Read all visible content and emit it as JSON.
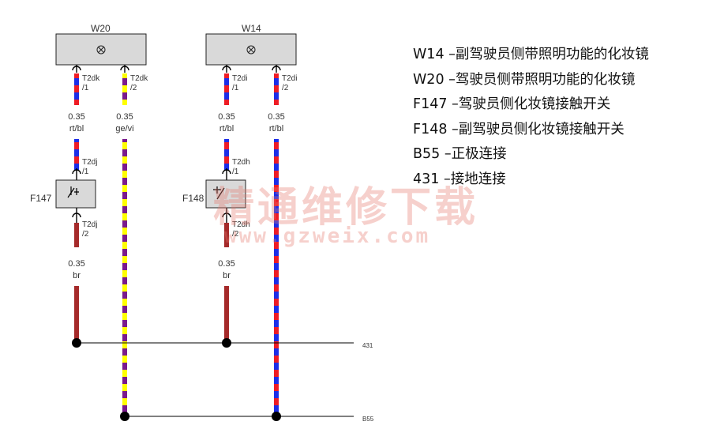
{
  "components": {
    "w20": {
      "label": "W20"
    },
    "w14": {
      "label": "W14"
    },
    "f147": {
      "label": "F147"
    },
    "f148": {
      "label": "F148"
    }
  },
  "connectors": {
    "t2dk1": {
      "name": "T2dk",
      "pin": "/1"
    },
    "t2dk2": {
      "name": "T2dk",
      "pin": "/2"
    },
    "t2di1": {
      "name": "T2di",
      "pin": "/1"
    },
    "t2di2": {
      "name": "T2di",
      "pin": "/2"
    },
    "t2dj1": {
      "name": "T2dj",
      "pin": "/1"
    },
    "t2dj2": {
      "name": "T2dj",
      "pin": "/2"
    },
    "t2dh1": {
      "name": "T2dh",
      "pin": "/1"
    },
    "t2dh2": {
      "name": "T2dh",
      "pin": "/2"
    }
  },
  "wires": {
    "w1_top": {
      "size": "0.35",
      "color_code": "rt/bl"
    },
    "w2": {
      "size": "0.35",
      "color_code": "ge/vi"
    },
    "w3_top": {
      "size": "0.35",
      "color_code": "rt/bl"
    },
    "w4": {
      "size": "0.35",
      "color_code": "rt/bl"
    },
    "w1_bottom": {
      "size": "0.35",
      "color_code": "br"
    },
    "w3_bottom": {
      "size": "0.35",
      "color_code": "br"
    }
  },
  "rails": {
    "ground": "431",
    "positive": "B55"
  },
  "legend": [
    "W14 –副驾驶员侧带照明功能的化妆镜",
    "W20 –驾驶员侧带照明功能的化妆镜",
    "F147 –驾驶员侧化妆镜接触开关",
    "F148 –副驾驶员侧化妆镜接触开关",
    "B55 –正极连接",
    "431 –接地连接"
  ],
  "watermark": {
    "title": "精通维修下载",
    "url": "www.gzweix.com"
  },
  "colors": {
    "red": "#ee1c25",
    "blue": "#1c2ee8",
    "yellow": "#ffff00",
    "purple": "#7a1a8c",
    "brown": "#a52a2a",
    "box_fill": "#d9d9d9",
    "line": "#000000"
  }
}
